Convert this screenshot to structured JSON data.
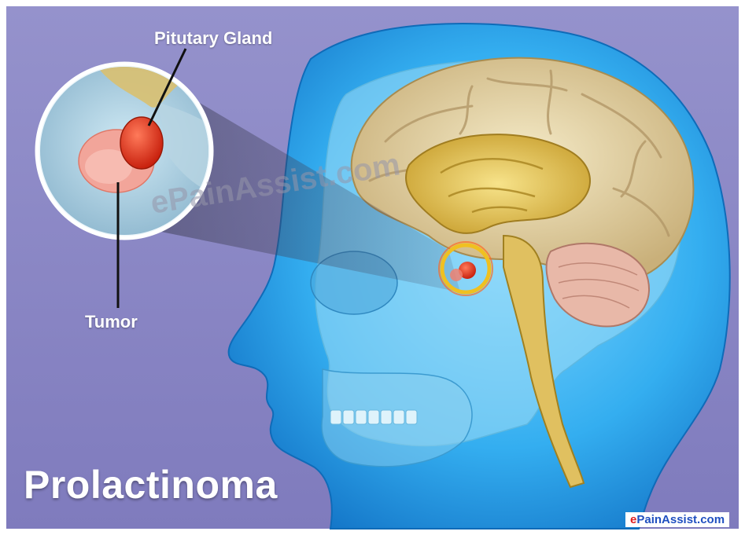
{
  "title": "Prolactinoma",
  "labels": {
    "pituitary_gland": "Pitutary Gland",
    "tumor": "Tumor"
  },
  "watermark": "ePainAssist.com",
  "brand": {
    "prefix": "e",
    "rest": "PainAssist.com"
  },
  "colors": {
    "background": "#8a86c4",
    "head": "#2aa8e8",
    "brain": "#e8d7a8",
    "gland": "#e63a1a",
    "highlight_ring": "#f0c020"
  }
}
